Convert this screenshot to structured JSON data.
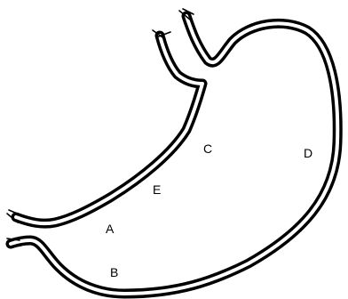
{
  "labels": {
    "a": "A",
    "b": "B",
    "c": "C",
    "d": "D",
    "e": "E"
  },
  "colors": {
    "outline": "#000000",
    "background": "#ffffff"
  }
}
